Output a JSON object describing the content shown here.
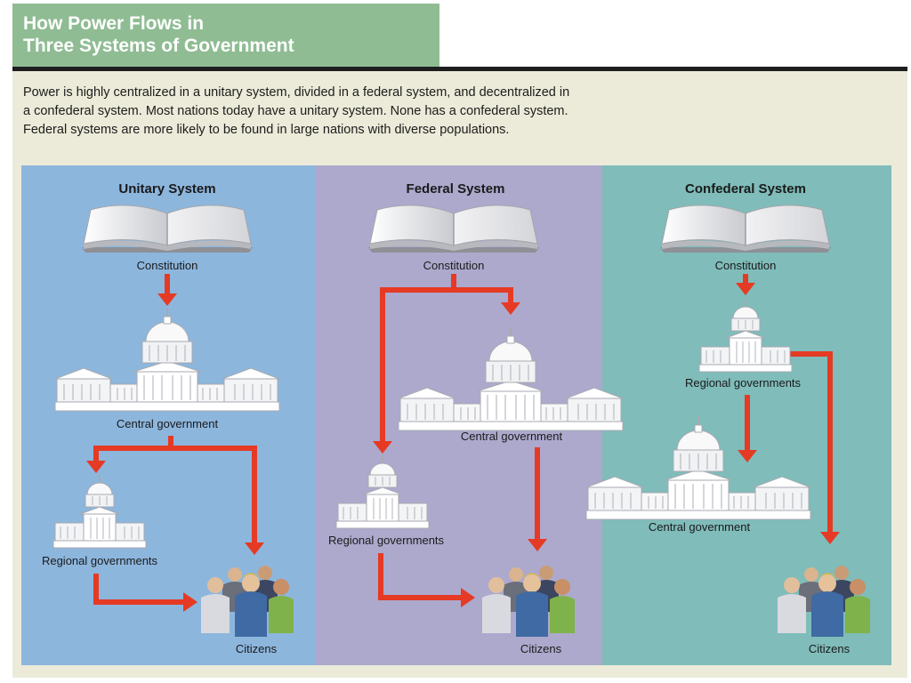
{
  "title": {
    "line1": "How Power Flows in",
    "line2": "Three Systems of Government"
  },
  "intro": {
    "line1": "Power is highly centralized in a unitary system, divided in a federal system, and decentralized in",
    "line2": "a confederal system. Most nations today have a unitary system. None has a confederal system.",
    "line3": "Federal systems are more likely to be found in large nations with diverse populations."
  },
  "panels": {
    "unitary": {
      "title": "Unitary System",
      "constitution": "Constitution",
      "central": "Central government",
      "regional": "Regional governments",
      "citizens": "Citizens",
      "color": "#8db6dd"
    },
    "federal": {
      "title": "Federal System",
      "constitution": "Constitution",
      "central": "Central government",
      "regional": "Regional governments",
      "citizens": "Citizens",
      "color": "#aca9cd"
    },
    "confederal": {
      "title": "Confederal System",
      "constitution": "Constitution",
      "regional": "Regional governments",
      "central": "Central government",
      "citizens": "Citizens",
      "color": "#7fbcba"
    }
  },
  "colors": {
    "arrow": "#e53a24",
    "title_bar": "#8fbc93",
    "frame": "#ecebd9"
  },
  "icons": [
    "book-icon",
    "capitol-building-icon",
    "state-capitol-icon",
    "citizens-group-icon"
  ]
}
